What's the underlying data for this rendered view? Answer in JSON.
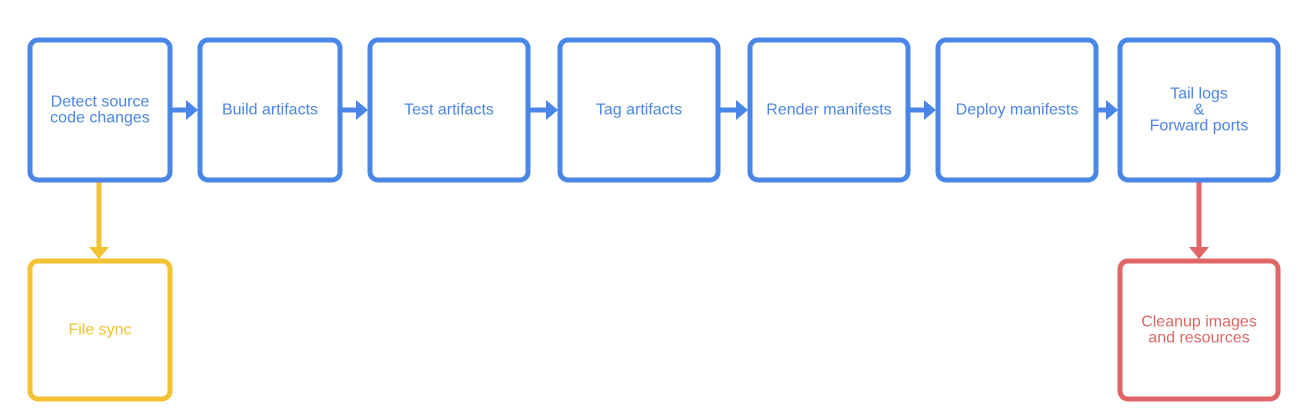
{
  "colors": {
    "primary": "#4a86e8",
    "sync": "#f1c232",
    "cleanup": "#e06666",
    "background": "#ffffff"
  },
  "nodes": [
    {
      "id": "detect",
      "lines": [
        "Detect source",
        "code changes"
      ],
      "color": "primary"
    },
    {
      "id": "build",
      "lines": [
        "Build artifacts"
      ],
      "color": "primary"
    },
    {
      "id": "test",
      "lines": [
        "Test artifacts"
      ],
      "color": "primary"
    },
    {
      "id": "tag",
      "lines": [
        "Tag artifacts"
      ],
      "color": "primary"
    },
    {
      "id": "render",
      "lines": [
        "Render manifests"
      ],
      "color": "primary"
    },
    {
      "id": "deploy",
      "lines": [
        "Deploy manifests"
      ],
      "color": "primary"
    },
    {
      "id": "tail",
      "lines": [
        "Tail logs",
        "&",
        "Forward ports"
      ],
      "color": "primary"
    },
    {
      "id": "sync",
      "lines": [
        "File sync"
      ],
      "color": "sync"
    },
    {
      "id": "cleanup",
      "lines": [
        "Cleanup images",
        "and resources"
      ],
      "color": "cleanup"
    }
  ],
  "edges": [
    {
      "from": "detect",
      "to": "build",
      "color": "primary"
    },
    {
      "from": "build",
      "to": "test",
      "color": "primary"
    },
    {
      "from": "test",
      "to": "tag",
      "color": "primary"
    },
    {
      "from": "tag",
      "to": "render",
      "color": "primary"
    },
    {
      "from": "render",
      "to": "deploy",
      "color": "primary"
    },
    {
      "from": "deploy",
      "to": "tail",
      "color": "primary"
    },
    {
      "from": "detect",
      "to": "sync",
      "color": "sync"
    },
    {
      "from": "tail",
      "to": "cleanup",
      "color": "cleanup"
    }
  ]
}
